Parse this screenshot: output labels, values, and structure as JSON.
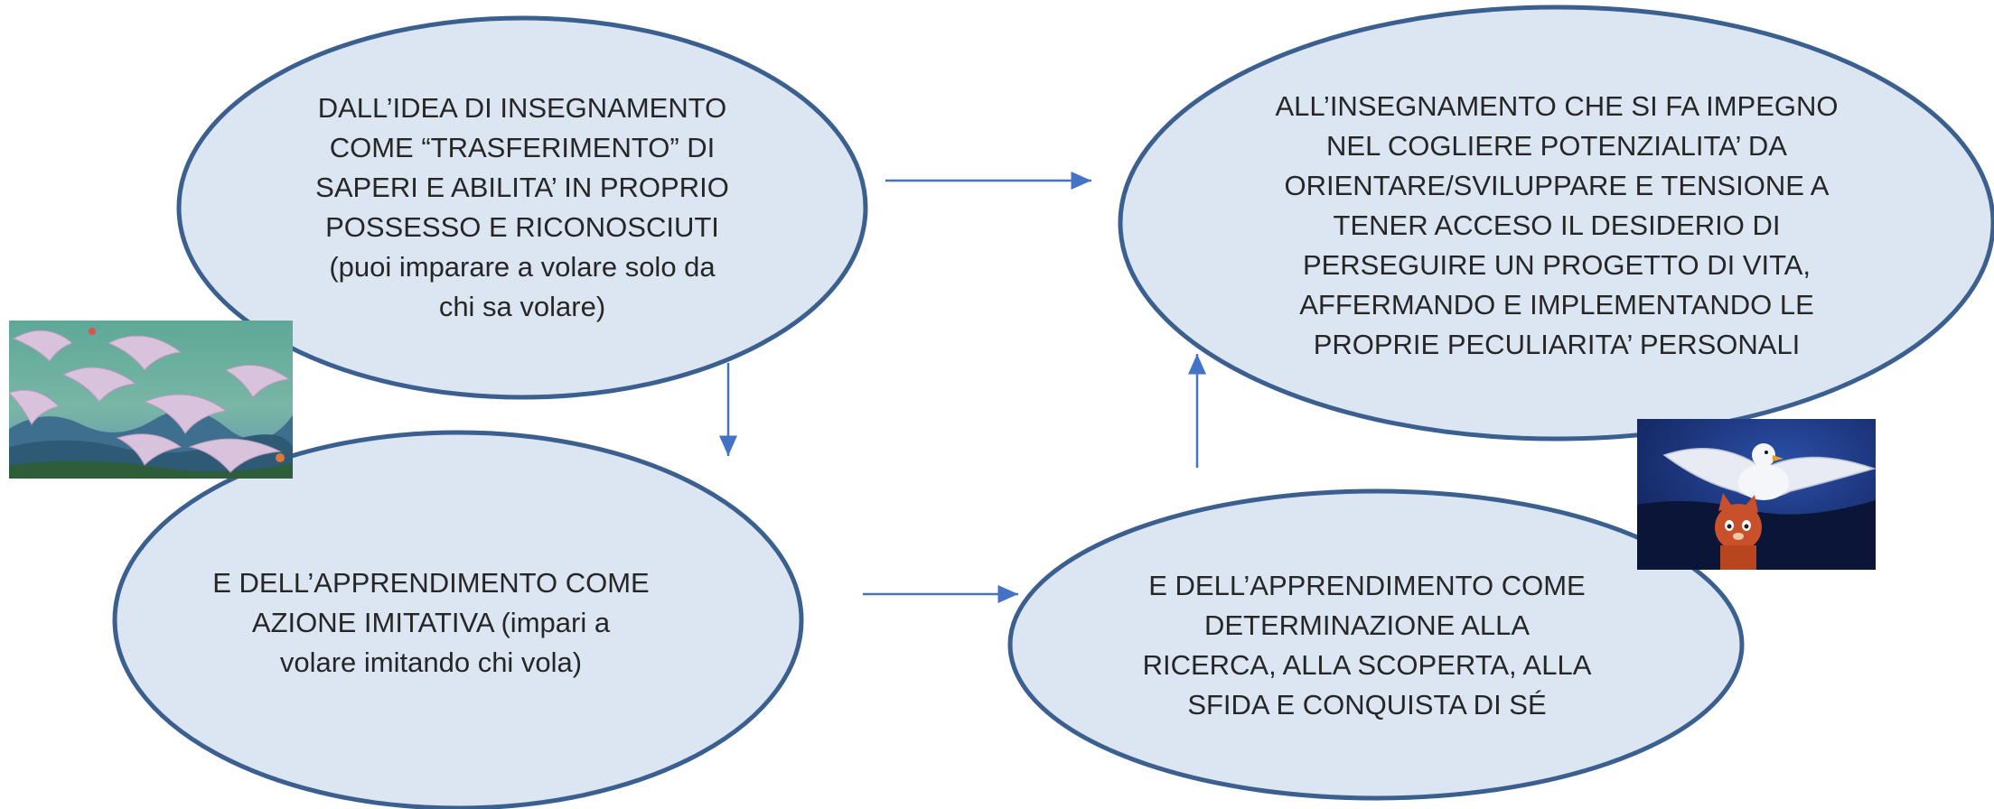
{
  "colors": {
    "ellipse_fill": "#dce6f2",
    "ellipse_stroke": "#3b5f8f",
    "arrow": "#4472c4",
    "text": "#262626"
  },
  "nodes": {
    "teaching_transfer": {
      "lines": [
        "DALL’IDEA DI INSEGNAMENTO",
        "COME “TRASFERIMENTO” DI",
        "SAPERI E ABILITA’ IN PROPRIO",
        "POSSESSO E RICONOSCIUTI",
        "(puoi imparare a volare solo da",
        "chi sa volare)"
      ]
    },
    "learning_imitation": {
      "lines": [
        "E DELL’APPRENDIMENTO COME",
        "AZIONE IMITATIVA (impari a",
        "volare imitando chi vola)"
      ]
    },
    "teaching_commitment": {
      "lines": [
        "ALL’INSEGNAMENTO CHE SI FA IMPEGNO",
        "NEL COGLIERE POTENZIALITA’ DA",
        "ORIENTARE/SVILUPPARE E TENSIONE A",
        "TENER ACCESO IL DESIDERIO DI",
        "PERSEGUIRE UN PROGETTO DI VITA,",
        "AFFERMANDO E IMPLEMENTANDO LE",
        "PROPRIE PECULIARITA’ PERSONALI"
      ]
    },
    "learning_determination": {
      "lines": [
        "E DELL’APPRENDIMENTO COME",
        "DETERMINAZIONE ALLA",
        "RICERCA, ALLA SCOPERTA, ALLA",
        "SFIDA E CONQUISTA DI SÉ"
      ]
    }
  },
  "images": {
    "left": "seagull-flock-cartoon",
    "right": "seagull-and-cat-cartoon"
  }
}
